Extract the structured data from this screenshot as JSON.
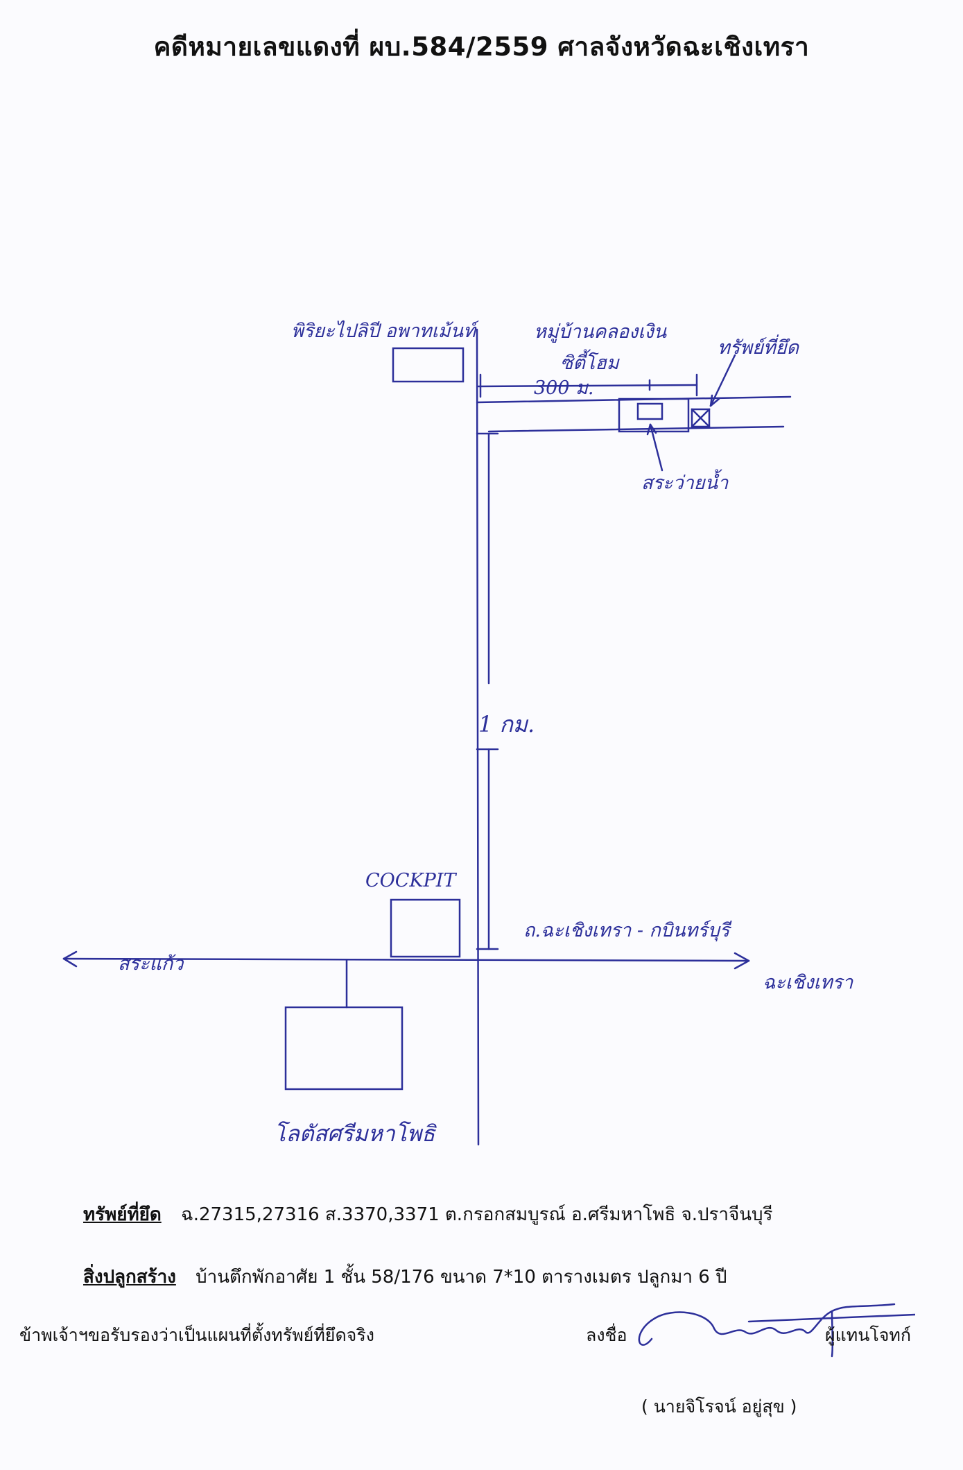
{
  "header": {
    "title": "คดีหมายเลขแดงที่ ผบ.584/2559 ศาลจังหวัดฉะเชิงเทรา"
  },
  "map": {
    "colors": {
      "ink": "#2c2f9a",
      "text": "#111111"
    },
    "labels": {
      "top_left_building": "พิริยะไปลิปี อพาทเม้นท์",
      "village": "หมู่บ้านคลองเงิน",
      "village_sub": "ซิตี้โฮม",
      "seized_property": "ทรัพย์ที่ยึด",
      "distance_300m": "300 ม.",
      "pond": "สระว่ายน้ำ",
      "distance_1km": "1 กม.",
      "cockpit": "COCKPIT",
      "road_name": "ถ.ฉะเชิงเทรา - กบินทร์บุรี",
      "to_west": "สระแก้ว",
      "to_east": "ฉะเชิงเทรา",
      "lotus": "โลตัสศรีมหาโพธิ"
    }
  },
  "details": {
    "seized_label": "ทรัพย์ที่ยึด",
    "seized_value": "ฉ.27315,27316 ส.3370,3371  ต.กรอกสมบูรณ์  อ.ศรีมหาโพธิ  จ.ปราจีนบุรี",
    "building_label": "สิ่งปลูกสร้าง",
    "building_value": "บ้านตึกพักอาศัย 1 ชั้น 58/176 ขนาด 7*10 ตารางเมตร  ปลูกมา  6  ปี"
  },
  "footer": {
    "certification": "ข้าพเจ้าฯขอรับรองว่าเป็นแผนที่ตั้งทรัพย์ที่ยึดจริง",
    "sign_label": "ลงชื่อ",
    "signer_role": "ผู้แทนโจทก์",
    "signer_name": "( นายจิโรจน์  อยู่สุข )"
  }
}
